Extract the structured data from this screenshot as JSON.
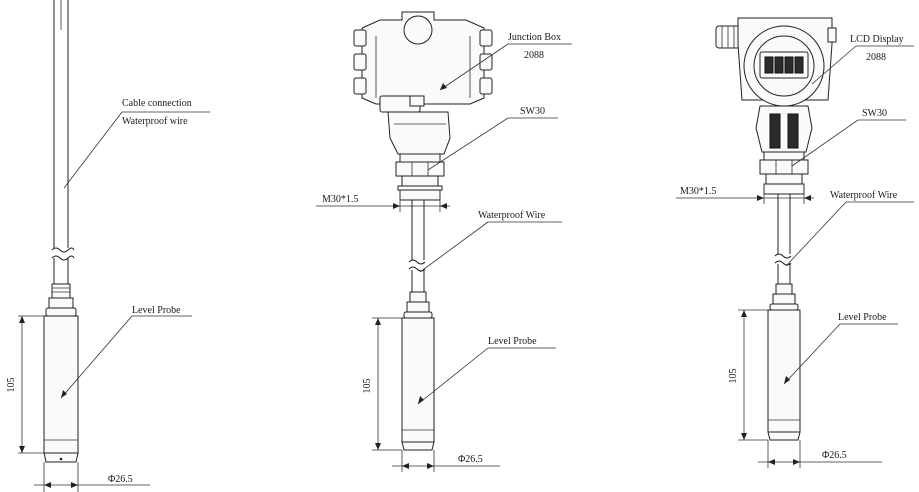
{
  "diagrams": [
    {
      "id": "cable-version",
      "labels": {
        "cable_connection": "Cable connection",
        "waterproof_wire": "Waterproof wire",
        "level_probe": "Level Probe",
        "height": "105",
        "diameter": "Φ26.5"
      }
    },
    {
      "id": "junction-box-version",
      "labels": {
        "junction_box": "Junction Box",
        "model": "2088",
        "wrench": "SW30",
        "thread": "M30*1.5",
        "waterproof_wire": "Waterproof Wire",
        "level_probe": "Level Probe",
        "height": "105",
        "diameter": "Φ26.5"
      }
    },
    {
      "id": "lcd-display-version",
      "labels": {
        "lcd_display": "LCD Display",
        "model": "2088",
        "wrench": "SW30",
        "thread": "M30*1.5",
        "waterproof_wire": "Waterproof Wire",
        "level_probe": "Level Probe",
        "height": "105",
        "diameter": "Φ26.5"
      }
    }
  ]
}
